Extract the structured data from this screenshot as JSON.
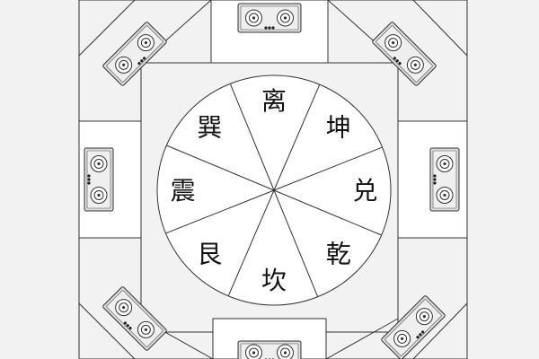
{
  "bagua": {
    "trigrams": [
      {
        "key": "li",
        "label": "离"
      },
      {
        "key": "kun",
        "label": "坤"
      },
      {
        "key": "dui",
        "label": "兑"
      },
      {
        "key": "qian",
        "label": "乾"
      },
      {
        "key": "kan",
        "label": "坎"
      },
      {
        "key": "gen",
        "label": "艮"
      },
      {
        "key": "zhen",
        "label": "震"
      },
      {
        "key": "xun",
        "label": "巽"
      }
    ]
  },
  "stoves": [
    {
      "position": "top",
      "icon": "gas-stove-icon"
    },
    {
      "position": "top-left",
      "icon": "gas-stove-icon"
    },
    {
      "position": "top-right",
      "icon": "gas-stove-icon"
    },
    {
      "position": "left",
      "icon": "gas-stove-icon"
    },
    {
      "position": "right",
      "icon": "gas-stove-icon"
    },
    {
      "position": "bottom-left",
      "icon": "gas-stove-icon"
    },
    {
      "position": "bottom-right",
      "icon": "gas-stove-icon"
    },
    {
      "position": "bottom",
      "icon": "gas-stove-icon"
    }
  ],
  "colors": {
    "background": "#f2f2f2",
    "line": "#333333",
    "panel": "#ffffff",
    "stove_fill": "#dcdcdc",
    "text": "#111111"
  }
}
